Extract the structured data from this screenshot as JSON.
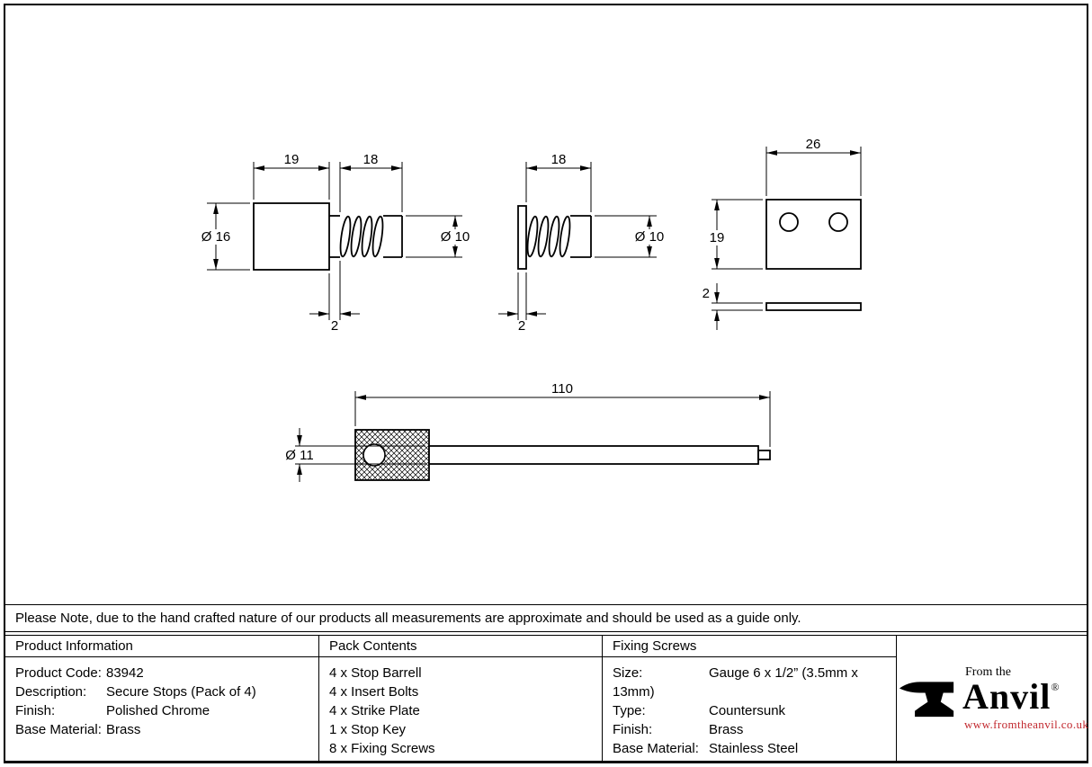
{
  "note": "Please Note, due to the hand crafted nature of our products all measurements are approximate and should be used as a guide only.",
  "drawing": {
    "stop_barrel": {
      "body_len": "19",
      "thread_len": "18",
      "body_dia": "Ø 16",
      "thread_dia": "Ø 10",
      "neck_len": "2"
    },
    "insert_bolt": {
      "thread_len": "18",
      "thread_dia": "Ø 10",
      "flange_thk": "2"
    },
    "strike_plate": {
      "width": "26",
      "height": "19",
      "thickness": "2"
    },
    "stop_key": {
      "length": "110",
      "dia": "Ø 11"
    }
  },
  "table": {
    "product_info": {
      "header": "Product Information",
      "rows": [
        {
          "label": "Product Code:",
          "value": "83942"
        },
        {
          "label": "Description:",
          "value": "Secure Stops (Pack of 4)"
        },
        {
          "label": "Finish:",
          "value": "Polished Chrome"
        },
        {
          "label": "Base Material:",
          "value": "Brass"
        }
      ]
    },
    "pack_contents": {
      "header": "Pack Contents",
      "items": [
        "4 x Stop Barrell",
        "4 x Insert Bolts",
        "4 x Strike Plate",
        "1 x Stop Key",
        "8 x Fixing Screws"
      ]
    },
    "fixing_screws": {
      "header": "Fixing Screws",
      "rows": [
        {
          "label": "Size:",
          "value": "Gauge 6 x 1/2” (3.5mm x 13mm)"
        },
        {
          "label": "Type:",
          "value": "Countersunk"
        },
        {
          "label": "Finish:",
          "value": "Brass"
        },
        {
          "label": "Base Material:",
          "value": "Stainless Steel"
        }
      ]
    }
  },
  "logo": {
    "tagline": "From the",
    "name": "Anvil",
    "registered": "®",
    "website": "www.fromtheanvil.co.uk",
    "website_color": "#c1272d",
    "ink_color": "#000000"
  }
}
